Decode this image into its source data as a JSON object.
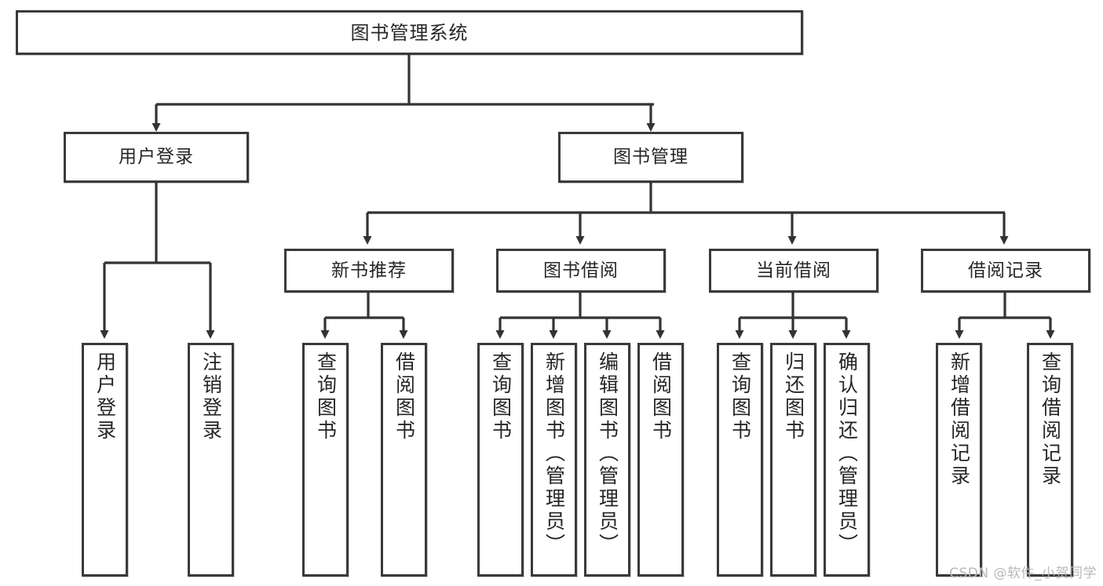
{
  "diagram": {
    "type": "tree",
    "title": "图书管理系统",
    "watermark": "CSDN @软件_小贺同学",
    "nodes": {
      "root": {
        "label": "图书管理系统"
      },
      "level2": [
        {
          "label": "用户登录"
        },
        {
          "label": "图书管理"
        }
      ],
      "level3": [
        {
          "label": "新书推荐"
        },
        {
          "label": "图书借阅"
        },
        {
          "label": "当前借阅"
        },
        {
          "label": "借阅记录"
        }
      ],
      "leaves": {
        "user_login": [
          {
            "label": "用户登录"
          },
          {
            "label": "注销登录"
          }
        ],
        "new_book": [
          {
            "label": "查询图书"
          },
          {
            "label": "借阅图书"
          }
        ],
        "book_borrow": [
          {
            "label": "查询图书"
          },
          {
            "label": "新增图书（管理员）"
          },
          {
            "label": "编辑图书（管理员）"
          },
          {
            "label": "借阅图书"
          }
        ],
        "current_borrow": [
          {
            "label": "查询图书"
          },
          {
            "label": "归还图书"
          },
          {
            "label": "确认归还（管理员）"
          }
        ],
        "borrow_record": [
          {
            "label": "新增借阅记录"
          },
          {
            "label": "查询借阅记录"
          }
        ]
      }
    },
    "colors": {
      "border": "#3a3a3a",
      "fill": "#ffffff",
      "text": "#262626",
      "watermark": "#b9b9b9"
    }
  }
}
